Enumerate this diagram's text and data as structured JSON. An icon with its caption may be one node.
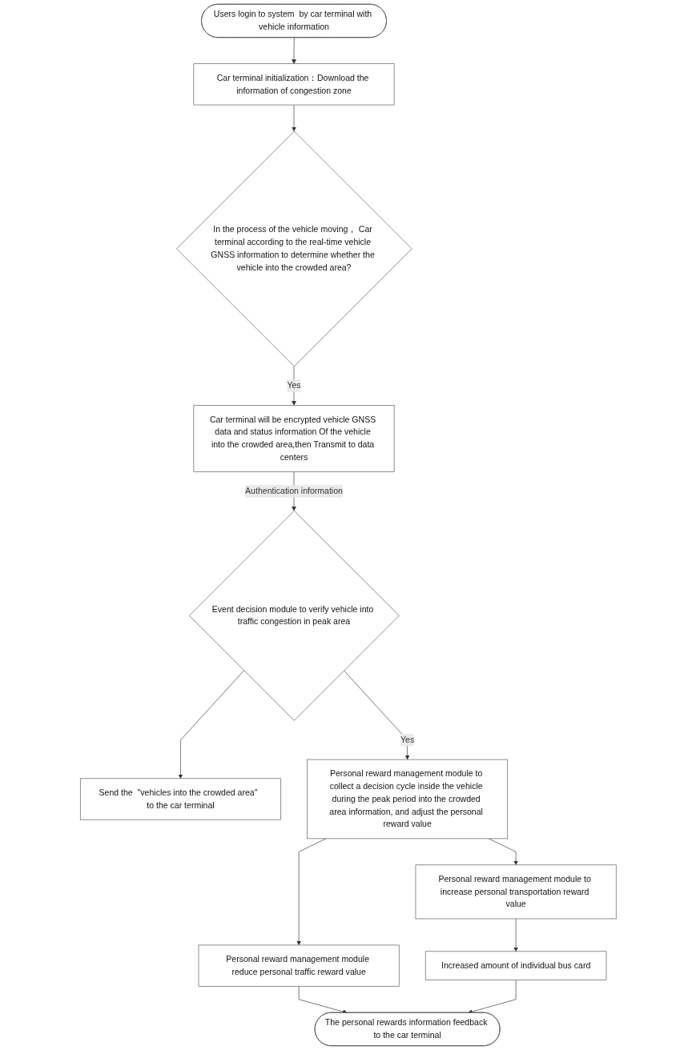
{
  "diagram": {
    "nodes": [
      {
        "text": [
          "Users login to system  by car terminal with vehicle information"
        ]
      },
      {
        "text": [
          "Car terminal initialization：Download the information of congestion zone"
        ]
      },
      {
        "text": [
          "In the process of the vehicle moving， Car terminal according to the real-time vehicle GNSS information to determine whether the vehicle into the crowded area?"
        ]
      },
      {
        "text": [
          "Car terminal will be encrypted vehicle GNSS data and status information Of the vehicle into the crowded area,then Transmit to data centers"
        ]
      },
      {
        "text": [
          "Event decision module to verify vehicle into traffic congestion in peak area"
        ]
      },
      {
        "text": [
          "Send the  \"vehicles into the crowded area\"  to the car terminal"
        ]
      },
      {
        "text": [
          "Personal reward management module to collect a decision cycle inside the vehicle during the peak period into the crowded area information, and adjust the personal reward value"
        ]
      },
      {
        "text": [
          "Personal reward management module reduce personal traffic reward value"
        ]
      },
      {
        "text": [
          "Personal reward management module to increase personal transportation reward value"
        ]
      },
      {
        "text": [
          "Increased amount of individual bus card"
        ]
      },
      {
        "text": [
          "The personal rewards information feedback to the car terminal"
        ]
      }
    ],
    "edges": [
      {
        "from": 0,
        "to": 1,
        "arrow": "to"
      },
      {
        "from": 1,
        "to": 2,
        "arrow": "to"
      },
      {
        "from": 2,
        "to": 3,
        "arrow": "to",
        "label": "Yes"
      },
      {
        "from": 3,
        "to": 4,
        "arrow": "to",
        "label": "Authentication information"
      },
      {
        "from": 4,
        "to": 5,
        "arrow": "to"
      },
      {
        "from": 4,
        "to": 6,
        "arrow": "to",
        "label": "Yes"
      },
      {
        "from": 6,
        "to": 7,
        "arrow": "to"
      },
      {
        "from": 6,
        "to": 8,
        "arrow": "to"
      },
      {
        "from": 8,
        "to": 9,
        "arrow": "to"
      },
      {
        "from": 7,
        "to": 10,
        "arrow": "to"
      },
      {
        "from": 9,
        "to": 10,
        "arrow": "to"
      }
    ]
  }
}
